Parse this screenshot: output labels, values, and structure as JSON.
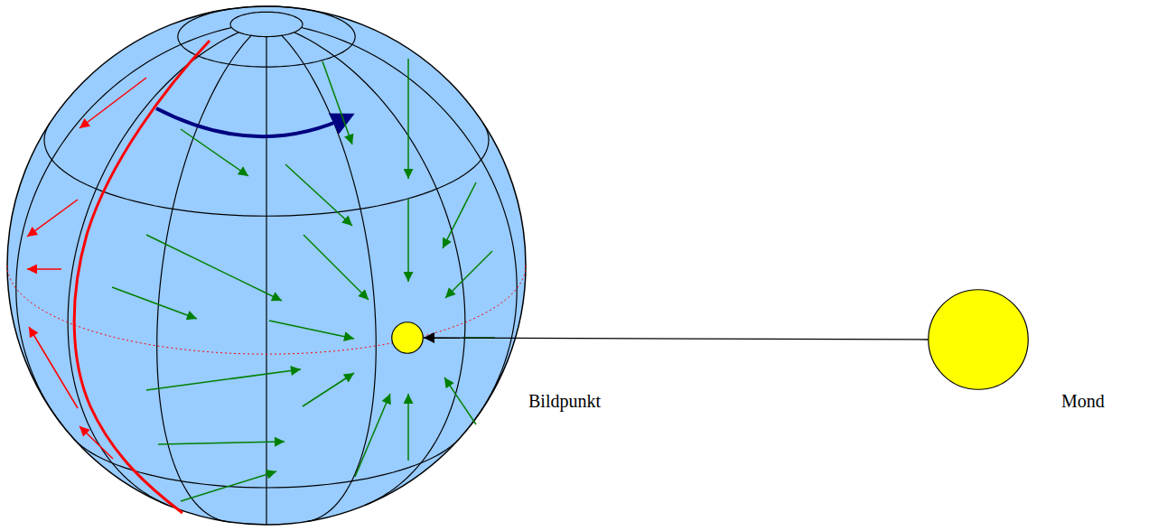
{
  "diagram": {
    "nodes": [
      {
        "text": [
          "Bildpunkt"
        ]
      },
      {
        "text": [
          "Mond"
        ]
      }
    ],
    "edges": [
      {
        "from": 1,
        "to": 0,
        "arrow": "to"
      }
    ]
  }
}
